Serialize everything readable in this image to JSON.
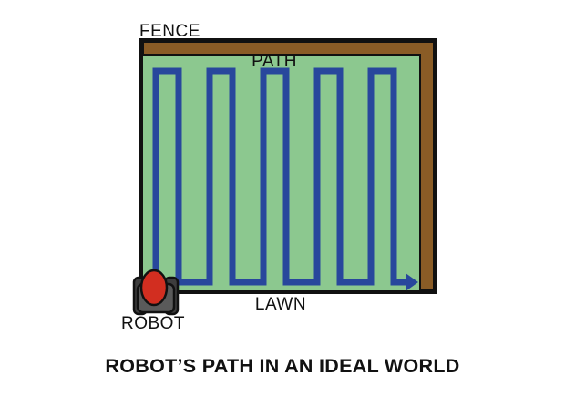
{
  "diagram": {
    "title": "ROBOT’S PATH IN AN IDEAL WORLD",
    "labels": {
      "fence": "FENCE",
      "path": "PATH",
      "lawn": "LAWN",
      "robot": "ROBOT"
    },
    "colors": {
      "background": "#ffffff",
      "lawn_green": "#8cc88f",
      "fence_brown": "#8a5c26",
      "path_blue": "#28479c",
      "robot_red": "#d22e20",
      "robot_wheel_gray": "#3d3d3d",
      "robot_body_gray": "#5a5a5a",
      "outline_black": "#111111"
    }
  }
}
